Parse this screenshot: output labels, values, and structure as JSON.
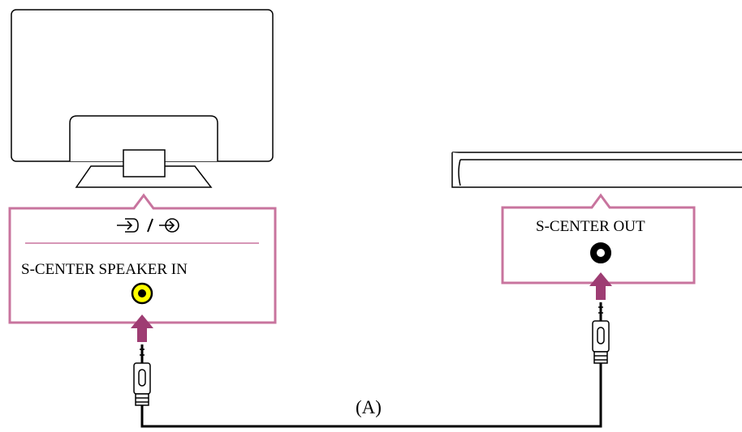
{
  "tv_callout": {
    "input_icons_name": "input-icons",
    "port_label": "S-CENTER SPEAKER IN",
    "port_color": "#ffff00"
  },
  "soundbar_callout": {
    "port_label": "S-CENTER OUT",
    "port_color": "#000000"
  },
  "cable": {
    "label": "(A)"
  },
  "colors": {
    "callout_border": "#c8749e",
    "arrow": "#9e3d73",
    "outline": "#000000"
  }
}
